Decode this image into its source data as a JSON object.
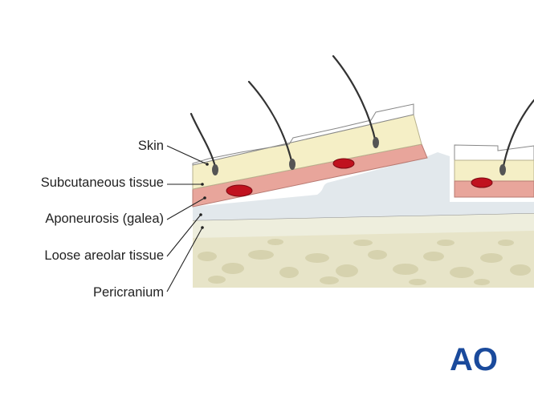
{
  "labels": {
    "skin": "Skin",
    "subcutaneous": "Subcutaneous tissue",
    "aponeurosis": "Aponeurosis (galea)",
    "loose_areolar": "Loose areolar tissue",
    "pericranium": "Pericranium"
  },
  "logo": {
    "text": "AO",
    "color": "#1a4a9c"
  },
  "colors": {
    "skin_surface": "#ffffff",
    "subcutaneous": "#f5efc6",
    "aponeurosis": "#e8a59b",
    "vessel": "#c0121f",
    "loose_areolar": "#e2e8ec",
    "pericranium": "#eeeedd",
    "bone": "#e7e4c8",
    "bone_pores": "#d6d2ae",
    "hair": "#333333"
  }
}
